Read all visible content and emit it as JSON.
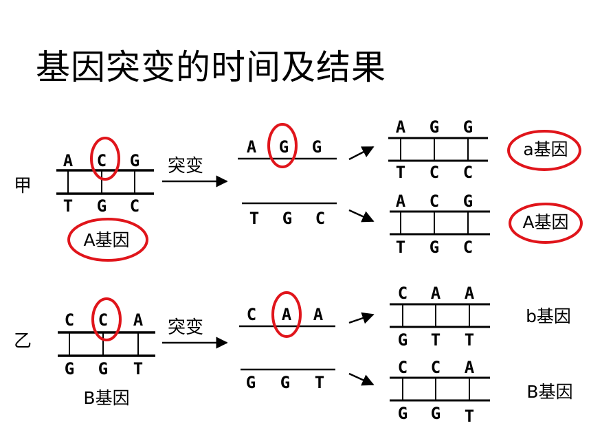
{
  "title": "基因突变的时间及结果",
  "mutation_label": "突变",
  "row_jia": {
    "label": "甲",
    "parent_top": [
      "A",
      "C",
      "G"
    ],
    "parent_bottom": [
      "T",
      "G",
      "C"
    ],
    "parent_gene": "A基因",
    "mutated_strand": [
      "A",
      "G",
      "G"
    ],
    "normal_strand": [
      "T",
      "G",
      "C"
    ],
    "child1_top": [
      "A",
      "G",
      "G"
    ],
    "child1_bottom": [
      "T",
      "C",
      "C"
    ],
    "child1_gene": "a基因",
    "child2_top": [
      "A",
      "C",
      "G"
    ],
    "child2_bottom": [
      "T",
      "G",
      "C"
    ],
    "child2_gene": "A基因"
  },
  "row_yi": {
    "label": "乙",
    "parent_top": [
      "C",
      "C",
      "A"
    ],
    "parent_bottom": [
      "G",
      "G",
      "T"
    ],
    "parent_gene": "B基因",
    "mutated_strand": [
      "C",
      "A",
      "A"
    ],
    "normal_strand": [
      "G",
      "G",
      "T"
    ],
    "child1_top": [
      "C",
      "A",
      "A"
    ],
    "child1_bottom": [
      "G",
      "T",
      "T"
    ],
    "child1_gene": "b基因",
    "child2_top": [
      "C",
      "C",
      "A"
    ],
    "child2_bottom": [
      "G",
      "G",
      "T"
    ],
    "child2_gene": "B基因"
  },
  "colors": {
    "highlight": "#e0151b",
    "ink": "#000000"
  }
}
